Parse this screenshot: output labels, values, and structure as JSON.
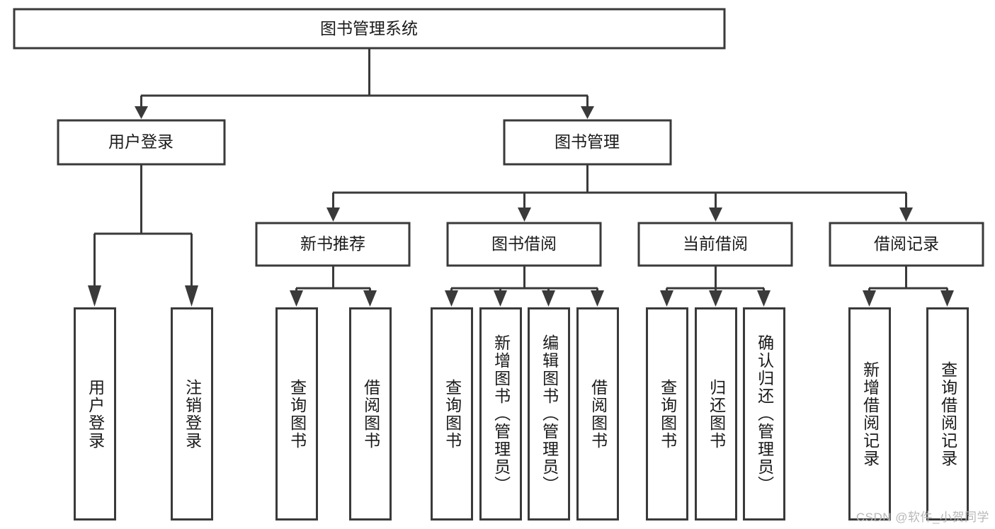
{
  "diagram": {
    "type": "tree-hierarchy",
    "title": "图书管理系统",
    "root": {
      "label": "图书管理系统",
      "name": "root-node-library-management-system"
    },
    "level2": [
      {
        "label": "用户登录",
        "name": "node-user-login"
      },
      {
        "label": "图书管理",
        "name": "node-book-management"
      }
    ],
    "level3": [
      {
        "label": "新书推荐",
        "name": "node-new-book-recommend"
      },
      {
        "label": "图书借阅",
        "name": "node-book-borrow"
      },
      {
        "label": "当前借阅",
        "name": "node-current-borrow"
      },
      {
        "label": "借阅记录",
        "name": "node-borrow-record"
      }
    ],
    "leaves": {
      "user_login": [
        {
          "label": "用户登录",
          "name": "leaf-user-login"
        },
        {
          "label": "注销登录",
          "name": "leaf-logout"
        }
      ],
      "new_book_recommend": [
        {
          "label": "查询图书",
          "name": "leaf-query-book-recommend"
        },
        {
          "label": "借阅图书",
          "name": "leaf-borrow-book-recommend"
        }
      ],
      "book_borrow": [
        {
          "label": "查询图书",
          "name": "leaf-query-book-borrow"
        },
        {
          "label": "新增图书（管理员）",
          "name": "leaf-add-book-admin"
        },
        {
          "label": "编辑图书（管理员）",
          "name": "leaf-edit-book-admin"
        },
        {
          "label": "借阅图书",
          "name": "leaf-borrow-book"
        }
      ],
      "current_borrow": [
        {
          "label": "查询图书",
          "name": "leaf-query-book-current"
        },
        {
          "label": "归还图书",
          "name": "leaf-return-book"
        },
        {
          "label": "确认归还（管理员）",
          "name": "leaf-confirm-return-admin"
        }
      ],
      "borrow_record": [
        {
          "label": "新增借阅记录",
          "name": "leaf-add-borrow-record"
        },
        {
          "label": "查询借阅记录",
          "name": "leaf-query-borrow-record"
        }
      ]
    },
    "colors": {
      "stroke": "#3a3a3a",
      "fill": "#ffffff",
      "text": "#1a1a1a",
      "watermark": "#b8b8b8"
    }
  },
  "watermark": {
    "text": "CSDN @软件_小贺同学"
  }
}
